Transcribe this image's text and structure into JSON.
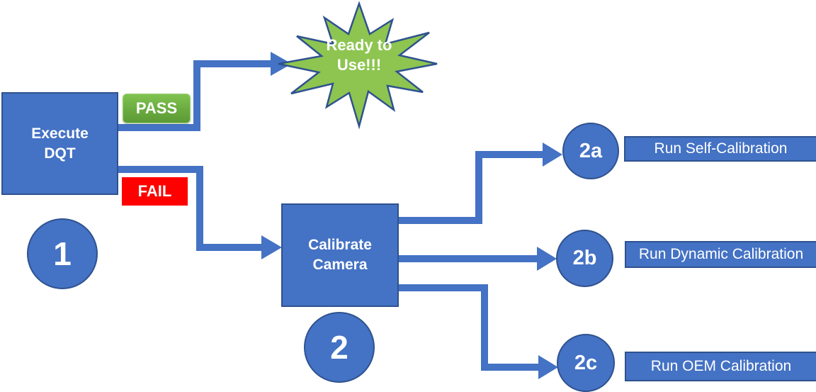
{
  "colors": {
    "blue": "#4472C4",
    "blue-border": "#2F528F",
    "burst-green": "#8DC550",
    "pass-green": "#70AD47",
    "red-fail": "#FF0000"
  },
  "flow": {
    "step1_box": {
      "line1": "Execute",
      "line2": "DQT"
    },
    "step1_badge": "1",
    "pass_label": "PASS",
    "fail_label": "FAIL",
    "ready_burst": {
      "line1": "Ready to",
      "line2": "Use!!!"
    },
    "step2_box": {
      "line1": "Calibrate",
      "line2": "Camera"
    },
    "step2_badge": "2",
    "branches": [
      {
        "badge": "2a",
        "action": "Run Self-Calibration"
      },
      {
        "badge": "2b",
        "action": "Run Dynamic Calibration"
      },
      {
        "badge": "2c",
        "action": "Run OEM Calibration"
      }
    ]
  }
}
